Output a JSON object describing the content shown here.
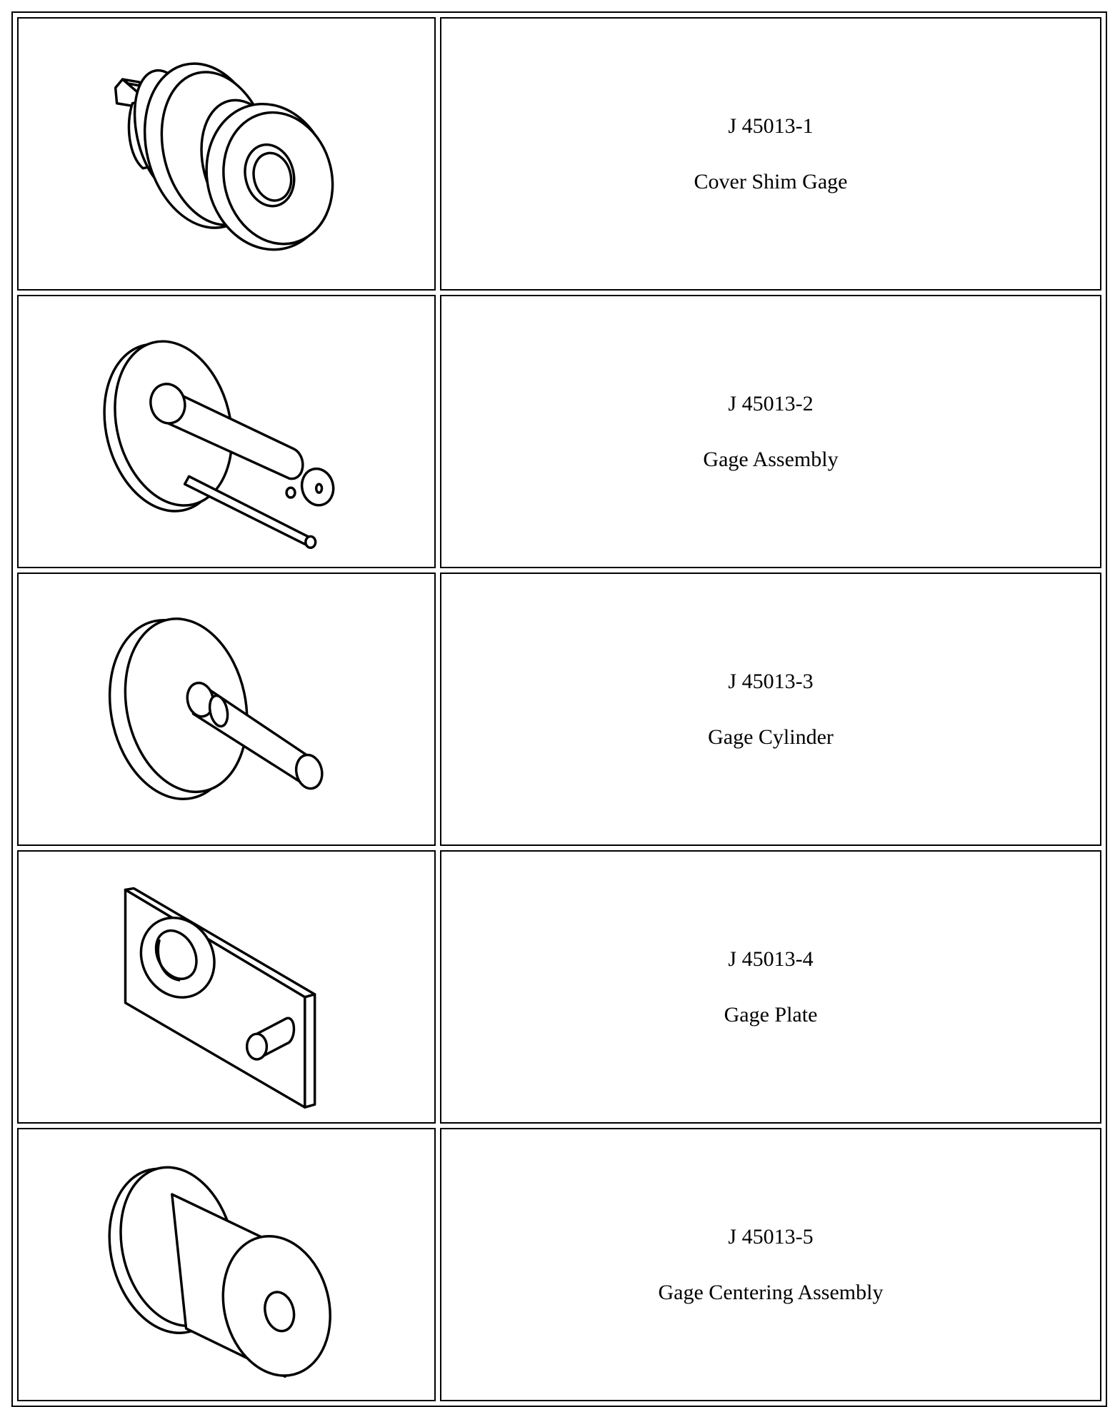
{
  "tools": [
    {
      "part_number": "J 45013-1",
      "name": "Cover Shim Gage",
      "illustration": "cover-shim-gage-illustration"
    },
    {
      "part_number": "J 45013-2",
      "name": "Gage Assembly",
      "illustration": "gage-assembly-illustration"
    },
    {
      "part_number": "J 45013-3",
      "name": "Gage Cylinder",
      "illustration": "gage-cylinder-illustration"
    },
    {
      "part_number": "J 45013-4",
      "name": "Gage Plate",
      "illustration": "gage-plate-illustration"
    },
    {
      "part_number": "J 45013-5",
      "name": "Gage Centering Assembly",
      "illustration": "gage-centering-assembly-illustration"
    }
  ]
}
